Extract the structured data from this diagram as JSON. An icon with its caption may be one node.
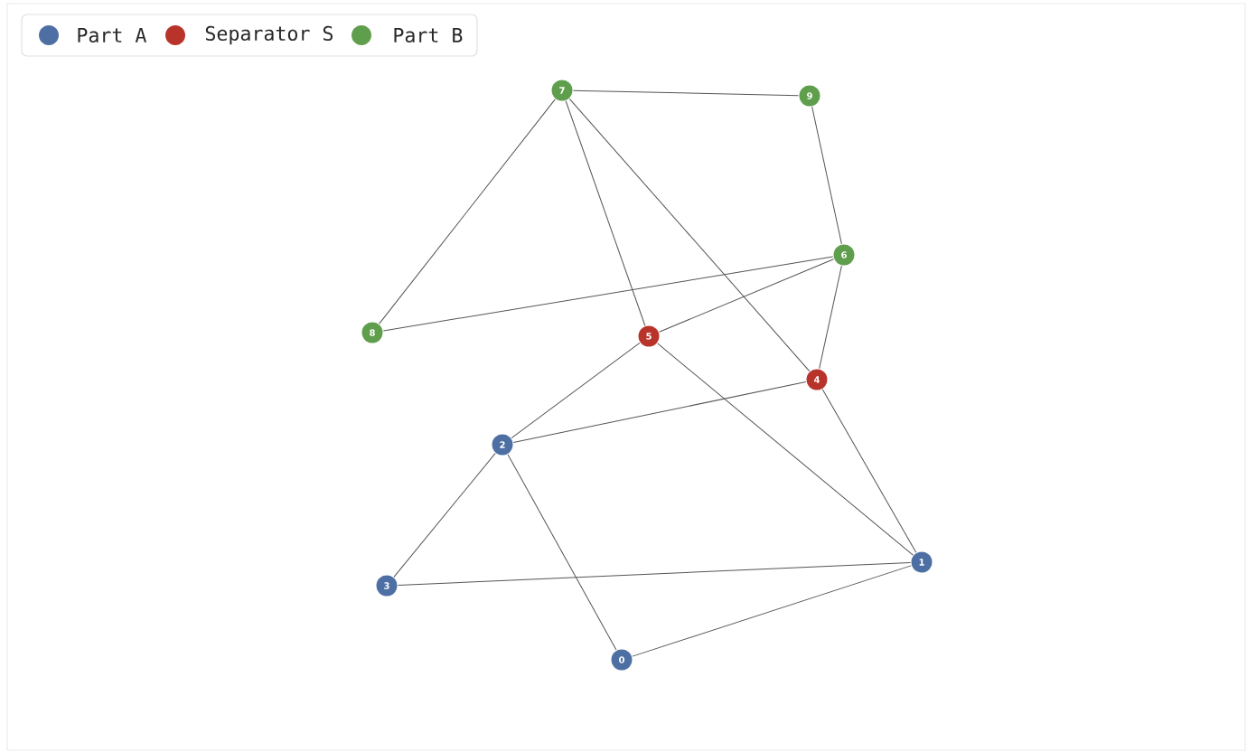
{
  "diagram": {
    "nodes": [
      {
        "text": [
          "0"
        ]
      },
      {
        "text": [
          "1"
        ]
      },
      {
        "text": [
          "2"
        ]
      },
      {
        "text": [
          "3"
        ]
      },
      {
        "text": [
          "4"
        ]
      },
      {
        "text": [
          "5"
        ]
      },
      {
        "text": [
          "6"
        ]
      },
      {
        "text": [
          "7"
        ]
      },
      {
        "text": [
          "8"
        ]
      },
      {
        "text": [
          "9"
        ]
      }
    ],
    "edges": [
      {
        "from": 7,
        "to": 9,
        "arrow": "none"
      },
      {
        "from": 9,
        "to": 6,
        "arrow": "none"
      },
      {
        "from": 7,
        "to": 8,
        "arrow": "none"
      },
      {
        "from": 7,
        "to": 5,
        "arrow": "none"
      },
      {
        "from": 7,
        "to": 4,
        "arrow": "none"
      },
      {
        "from": 8,
        "to": 6,
        "arrow": "none"
      },
      {
        "from": 6,
        "to": 5,
        "arrow": "none"
      },
      {
        "from": 6,
        "to": 4,
        "arrow": "none"
      },
      {
        "from": 5,
        "to": 2,
        "arrow": "none"
      },
      {
        "from": 5,
        "to": 1,
        "arrow": "none"
      },
      {
        "from": 4,
        "to": 2,
        "arrow": "none"
      },
      {
        "from": 4,
        "to": 1,
        "arrow": "none"
      },
      {
        "from": 2,
        "to": 3,
        "arrow": "none"
      },
      {
        "from": 2,
        "to": 0,
        "arrow": "none"
      },
      {
        "from": 3,
        "to": 1,
        "arrow": "none"
      },
      {
        "from": 0,
        "to": 1,
        "arrow": "none"
      }
    ],
    "legend": [
      {
        "text": "Part A",
        "color": "#4e6fa3"
      },
      {
        "text": "Separator S",
        "color": "#b8342b"
      },
      {
        "text": "Part B",
        "color": "#5f9e4c"
      }
    ]
  }
}
